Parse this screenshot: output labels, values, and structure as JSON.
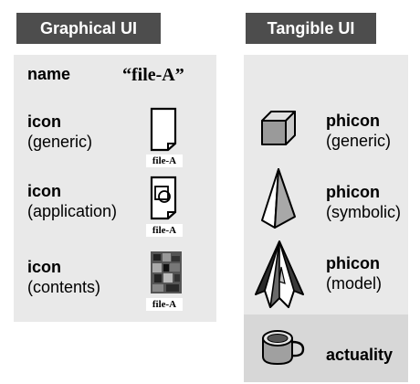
{
  "left": {
    "header": "Graphical UI",
    "name_row": {
      "label": "name",
      "value": "“file-A”"
    },
    "rows": [
      {
        "title": "icon",
        "subtitle": "(generic)",
        "caption": "file-A",
        "icon": "generic-document-icon"
      },
      {
        "title": "icon",
        "subtitle": "(application)",
        "caption": "file-A",
        "icon": "application-document-icon"
      },
      {
        "title": "icon",
        "subtitle": "(contents)",
        "caption": "file-A",
        "icon": "contents-thumbnail-icon"
      }
    ]
  },
  "right": {
    "header": "Tangible UI",
    "rows": [
      {
        "title": "phicon",
        "subtitle": "(generic)",
        "icon": "cube-icon"
      },
      {
        "title": "phicon",
        "subtitle": "(symbolic)",
        "icon": "pyramid-icon"
      },
      {
        "title": "phicon",
        "subtitle": "(model)",
        "icon": "tower-model-icon"
      }
    ],
    "actuality": {
      "label": "actuality",
      "icon": "cup-icon"
    }
  },
  "colors": {
    "header_bg": "#4d4d4d",
    "panel_bg": "#e9e9e9",
    "actuality_bg": "#d7d7d7"
  }
}
